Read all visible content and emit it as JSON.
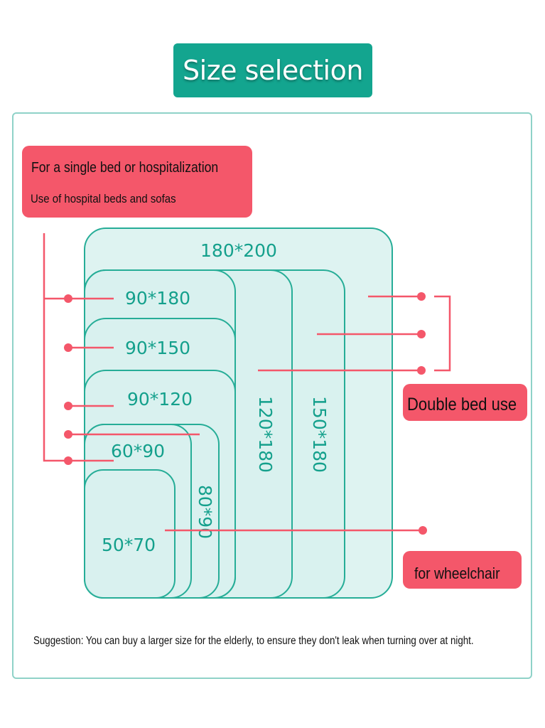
{
  "title": "Size selection",
  "single_label": {
    "line1": "For a single bed or hospitalization",
    "line2": "Use of hospital beds and sofas"
  },
  "double_label": "Double bed use",
  "wheelchair_label": "for wheelchair",
  "suggestion": "Suggestion: You can buy a larger size for the elderly, to ensure they don't leak when turning over at night.",
  "sizes": {
    "s180x200": "180*200",
    "s150x180": "150*180",
    "s120x180": "120*180",
    "s90x180": "90*180",
    "s90x150": "90*150",
    "s90x120": "90*120",
    "s80x90": "80*90",
    "s60x90": "60*90",
    "s50x70": "50*70"
  },
  "colors": {
    "teal": "#13a58f",
    "pad_fill": "#d8f1ee",
    "pad_stroke": "#26ad97",
    "accent": "#f4576a"
  }
}
